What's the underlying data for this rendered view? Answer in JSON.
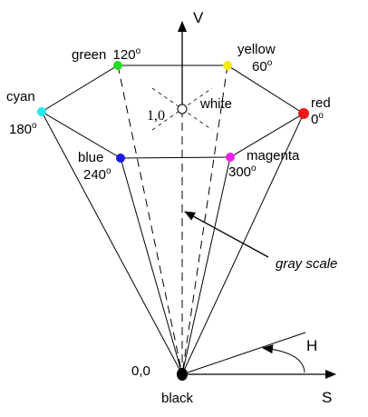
{
  "axes": {
    "vertical": "V",
    "horizontal": "S",
    "hue": "H"
  },
  "vertices": {
    "green": {
      "name": "green",
      "angle": "120",
      "color": "#22dd22"
    },
    "yellow": {
      "name": "yellow",
      "angle": "60",
      "color": "#f2ea10"
    },
    "red": {
      "name": "red",
      "angle": "0",
      "color": "#e81a1a"
    },
    "magenta": {
      "name": "magenta",
      "angle": "300",
      "color": "#ee22ee"
    },
    "blue": {
      "name": "blue",
      "angle": "240",
      "color": "#1a1ae0"
    },
    "cyan": {
      "name": "cyan",
      "angle": "180",
      "color": "#22eaea"
    }
  },
  "white": {
    "name": "white",
    "value": "1,0"
  },
  "black": {
    "name": "black",
    "value": "0,0"
  },
  "annotation": {
    "gray_scale": "gray scale"
  },
  "degree_symbol": "o"
}
